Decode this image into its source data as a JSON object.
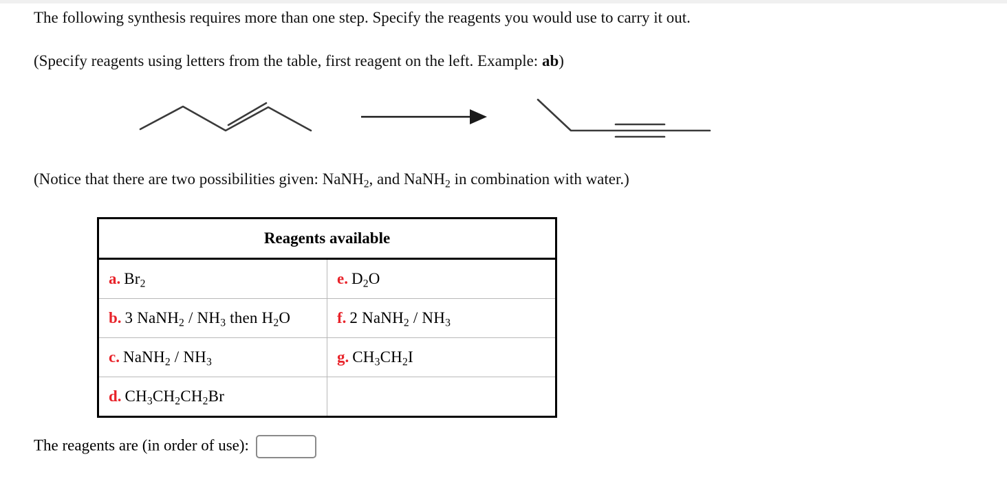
{
  "question": {
    "line_1": "The following synthesis requires more than one step. Specify the reagents you would use to carry it out.",
    "line_2_prefix": "(Specify reagents using letters from the table, first reagent on the left. Example: ",
    "line_2_example": "ab",
    "line_2_suffix": ")",
    "notice_prefix": "(Notice that there are two possibilities given: NaNH",
    "notice_sub_1": "2",
    "notice_mid": ", and NaNH",
    "notice_sub_2": "2",
    "notice_suffix": " in combination with water.)"
  },
  "scheme": {
    "reactant_name": "hex-3-ene-skeletal-structure",
    "arrow_name": "reaction-arrow",
    "product_name": "hex-3-yne-skeletal-structure",
    "bond_color": "#3a3a3a",
    "arrow_color": "#1a1a1a"
  },
  "table": {
    "header": "Reagents available",
    "accent_color": "#e8232a",
    "rows": [
      {
        "left": {
          "tag": "a.",
          "parts": [
            {
              "t": "Br"
            },
            {
              "t": "2",
              "sub": true
            }
          ]
        },
        "right": {
          "tag": "e.",
          "parts": [
            {
              "t": "D"
            },
            {
              "t": "2",
              "sub": true
            },
            {
              "t": "O"
            }
          ]
        }
      },
      {
        "left": {
          "tag": "b.",
          "parts": [
            {
              "t": "3 NaNH"
            },
            {
              "t": "2",
              "sub": true
            },
            {
              "t": " / NH"
            },
            {
              "t": "3",
              "sub": true
            },
            {
              "t": " then H"
            },
            {
              "t": "2",
              "sub": true
            },
            {
              "t": "O"
            }
          ]
        },
        "right": {
          "tag": "f.",
          "parts": [
            {
              "t": "2 NaNH"
            },
            {
              "t": "2",
              "sub": true
            },
            {
              "t": " / NH"
            },
            {
              "t": "3",
              "sub": true
            }
          ]
        }
      },
      {
        "left": {
          "tag": "c.",
          "parts": [
            {
              "t": "NaNH"
            },
            {
              "t": "2",
              "sub": true
            },
            {
              "t": " / NH"
            },
            {
              "t": "3",
              "sub": true
            }
          ]
        },
        "right": {
          "tag": "g.",
          "parts": [
            {
              "t": "CH"
            },
            {
              "t": "3",
              "sub": true
            },
            {
              "t": "CH"
            },
            {
              "t": "2",
              "sub": true
            },
            {
              "t": "I"
            }
          ]
        }
      },
      {
        "left": {
          "tag": "d.",
          "parts": [
            {
              "t": "CH"
            },
            {
              "t": "3",
              "sub": true
            },
            {
              "t": "CH"
            },
            {
              "t": "2",
              "sub": true
            },
            {
              "t": "CH"
            },
            {
              "t": "2",
              "sub": true
            },
            {
              "t": "Br"
            }
          ]
        },
        "right": {
          "tag": "",
          "parts": []
        }
      }
    ]
  },
  "answer": {
    "label": "The reagents are (in order of use):",
    "value": "",
    "placeholder": ""
  }
}
